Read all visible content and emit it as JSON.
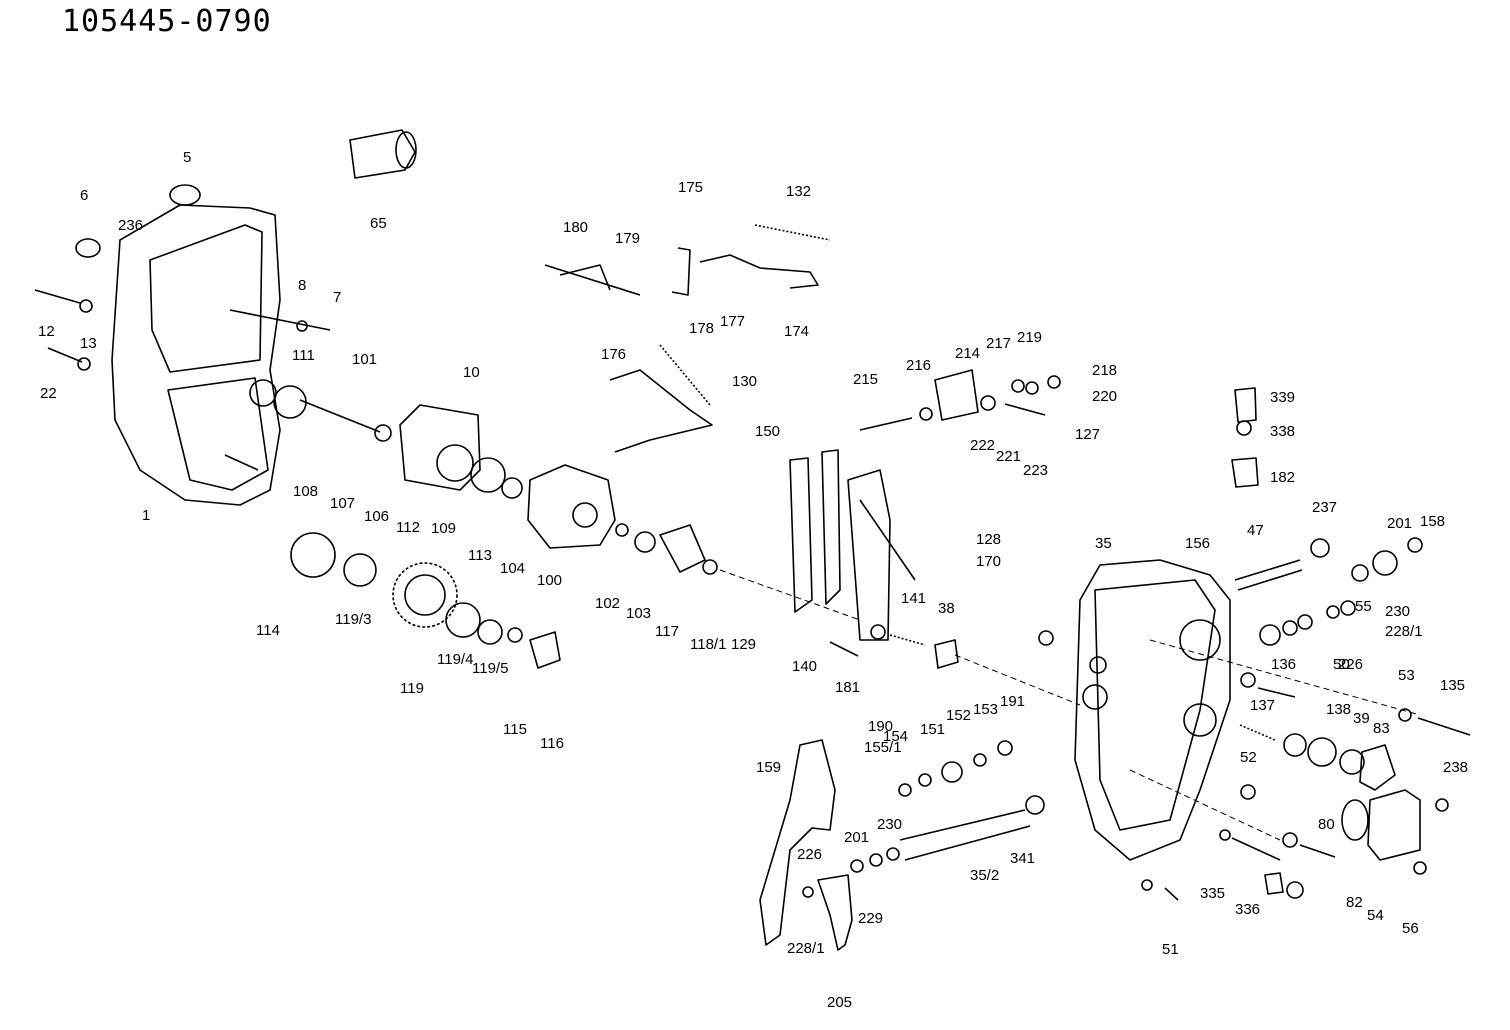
{
  "title": "105445-0790",
  "callouts": [
    "5",
    "6",
    "236",
    "65",
    "8",
    "7",
    "12",
    "13",
    "22",
    "111",
    "101",
    "10",
    "1",
    "108",
    "107",
    "106",
    "112",
    "109",
    "113",
    "104",
    "100",
    "114",
    "119/3",
    "119",
    "119/4",
    "119/5",
    "115",
    "116",
    "102",
    "103",
    "117",
    "118/1",
    "129",
    "175",
    "132",
    "180",
    "179",
    "178",
    "177",
    "174",
    "176",
    "130",
    "150",
    "215",
    "216",
    "214",
    "217",
    "219",
    "218",
    "220",
    "222",
    "221",
    "223",
    "127",
    "128",
    "170",
    "140",
    "141",
    "38",
    "181",
    "190",
    "159",
    "155/1",
    "154",
    "151",
    "152",
    "153",
    "191",
    "201",
    "230",
    "226",
    "228/1",
    "229",
    "205",
    "35/2",
    "341",
    "339",
    "338",
    "182",
    "47",
    "237",
    "35",
    "156",
    "158",
    "201",
    "226",
    "230",
    "228/1",
    "55",
    "50",
    "53",
    "135",
    "136",
    "137",
    "138",
    "39",
    "83",
    "52",
    "238",
    "80",
    "82",
    "54",
    "56",
    "51",
    "335",
    "336"
  ]
}
